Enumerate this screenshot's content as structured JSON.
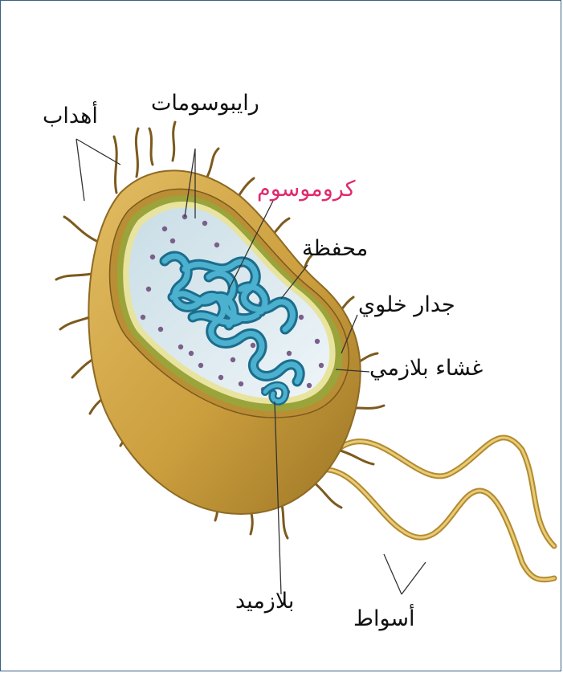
{
  "diagram": {
    "labels": {
      "ribosomes": "رايبوسومات",
      "pili": "أهداب",
      "chromosome": "كروموسوم",
      "capsule": "محفظة",
      "cell_wall": "جدار خلوي",
      "plasma_membrane": "غشاء بلازمي",
      "plasmid": "بلازميد",
      "flagella": "أسواط"
    },
    "colors": {
      "capsule": "#cc9f3e",
      "cell_wall": "#9aa43a",
      "cytoplasm": "#dce9ef",
      "chromosome": "#2b8cb0",
      "ribosome": "#7a5f8a",
      "chromosome_label": "#e0296e",
      "label_text": "#111111",
      "border": "#3a5f86"
    }
  }
}
